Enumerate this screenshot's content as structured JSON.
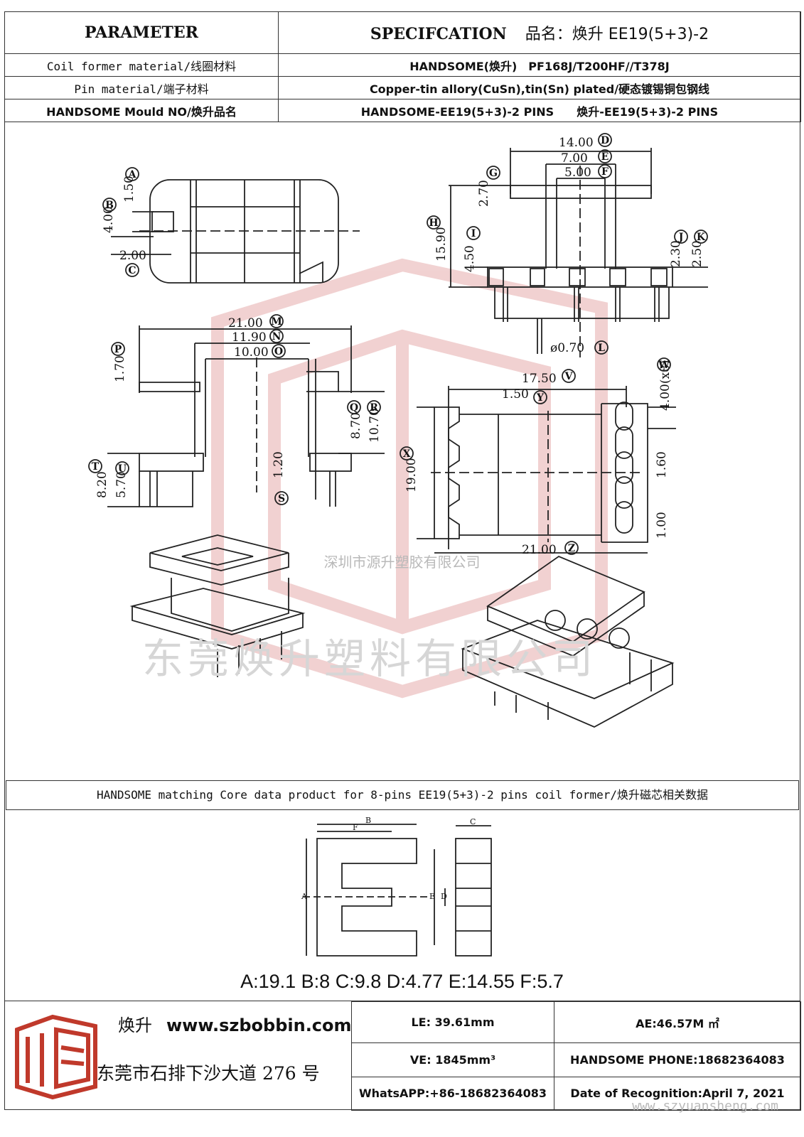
{
  "header": {
    "col1_title": "PARAMETER",
    "col2_title": "SPECIFCATION",
    "product_name": "品名：焕升 EE19(5+3)-2",
    "rows": [
      {
        "label": "Coil former material/线圈材料",
        "value": "HANDSOME(焕升)　PF168J/T200HF//T378J"
      },
      {
        "label": "Pin material/端子材料",
        "value": "Copper-tin allory(CuSn),tin(Sn) plated/硬态镀锡铜包钢线"
      },
      {
        "label": "HANDSOME Mould NO/焕升品名",
        "value": "HANDSOME-EE19(5+3)-2 PINS　　焕升-EE19(5+3)-2 PINS"
      }
    ]
  },
  "drawing": {
    "labels": {
      "A": "A",
      "B": "B",
      "C": "C",
      "D": "D",
      "E": "E",
      "F": "F",
      "G": "G",
      "H": "H",
      "I": "I",
      "J": "J",
      "K": "K",
      "L": "L",
      "M": "M",
      "N": "N",
      "O": "O",
      "P": "P",
      "Q": "Q",
      "R": "R",
      "S": "S",
      "T": "T",
      "U": "U",
      "V": "V",
      "W": "W",
      "X": "X",
      "Y": "Y",
      "Z": "Z"
    },
    "dims": {
      "A": "1.50",
      "B": "4.00",
      "C": "2.00",
      "D": "14.00",
      "E": "7.00",
      "F": "5.00",
      "G": "2.70",
      "H": "15.90",
      "I": "4.50",
      "J": "2.30",
      "K": "2.50",
      "L": "ø0.70",
      "M": "21.00",
      "N": "11.90",
      "O": "10.00",
      "P": "1.70",
      "Q": "8.70",
      "R": "10.70",
      "S": "1.20",
      "T": "8.20",
      "U": "5.70",
      "V": "17.50",
      "Y": "1.50",
      "W": "4.00(x8)",
      "X": "19.00",
      "Z": "21.00",
      "K2": "1.60",
      "K3": "1.00"
    }
  },
  "watermarks": {
    "line1": "深圳市源升塑胶有限公司",
    "line2": "东莞焕升塑料有限公司",
    "url": "www.szyuansheng.com"
  },
  "core": {
    "caption": "HANDSOME matching Core data  product for 8-pins EE19(5+3)-2 pins coil former/焕升磁芯相关数据",
    "letters": {
      "A": "A",
      "B": "B",
      "C": "C",
      "D": "D",
      "E": "E",
      "F": "F"
    },
    "summary": "A:19.1 B:8 C:9.8 D:4.77 E:14.55 F:5.7"
  },
  "footer": {
    "brand_cn": "焕升",
    "website": "www.szbobbin.com",
    "address": "东莞市石排下沙大道 276 号",
    "le": "LE: 39.61mm",
    "ae": "AE:46.57M ㎡",
    "ve": "VE: 1845mm³",
    "phone": "HANDSOME PHONE:18682364083",
    "whatsapp": "WhatsAPP:+86-18682364083",
    "date": "Date of Recognition:April 7, 2021"
  },
  "colors": {
    "line": "#222222",
    "logo_red": "#c0392b",
    "watermark": "#e8b4b4"
  }
}
